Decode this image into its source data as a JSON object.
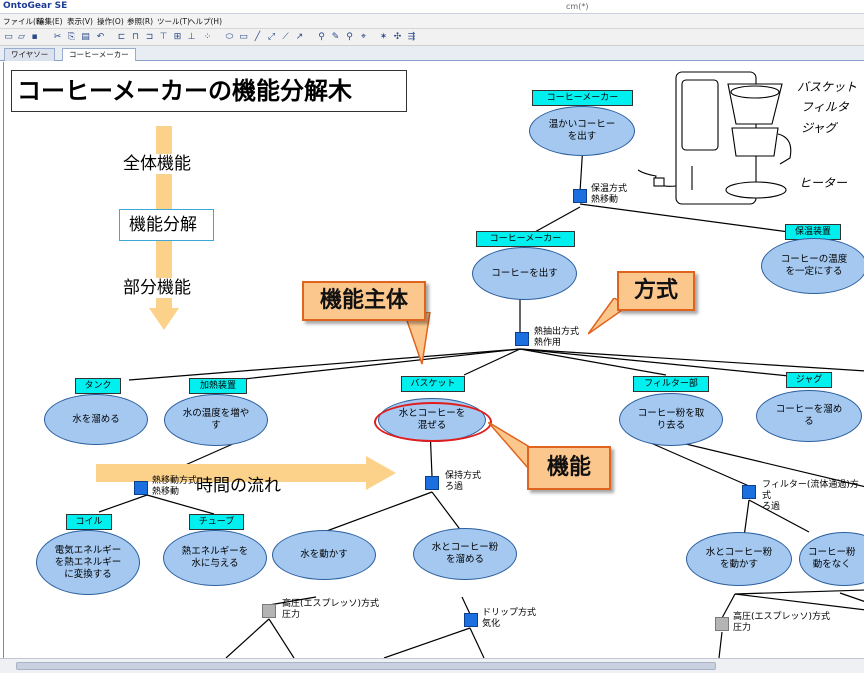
{
  "window": {
    "app_title": "OntoGear SE",
    "doc_title": "cm(*)"
  },
  "menu": [
    "ファイル(F)",
    "編集(E)",
    "表示(V)",
    "操作(O)",
    "参照(R)",
    "ツール(T)",
    "ヘルプ(H)"
  ],
  "tabs": [
    "ワイヤソー",
    "コーヒーメーカー"
  ],
  "slide": {
    "title": "コーヒーメーカーの機能分解木",
    "overall_function": "全体機能",
    "decomposition": "機能分解",
    "partial_function": "部分機能",
    "time_flow": "時間の流れ"
  },
  "image_labels": {
    "basket": "バスケット",
    "filter": "フィルタ",
    "jug": "ジャグ",
    "heater": "ヒーター"
  },
  "callouts": {
    "subject": "機能主体",
    "method": "方式",
    "function": "機能"
  },
  "tree": {
    "root": {
      "label": "コーヒーメーカー",
      "text": "温かいコーヒー\nを出す"
    },
    "way_root": "保温方式\n熱移動",
    "brew": {
      "label": "コーヒーメーカー",
      "text": "コーヒーを出す"
    },
    "keep": {
      "label": "保温装置",
      "text": "コーヒーの温度\nを一定にする"
    },
    "way_brew": "熱抽出方式\n熱作用",
    "tank": {
      "label": "タンク",
      "text": "水を溜める"
    },
    "heater": {
      "label": "加熱装置",
      "text": "水の温度を増や\nす"
    },
    "basket": {
      "label": "バスケット",
      "text": "水とコーヒーを\n混ぜる"
    },
    "filter": {
      "label": "フィルター部",
      "text": "コーヒー粉を取\nり去る"
    },
    "jug": {
      "label": "ジャグ",
      "text": "コーヒーを溜め\nる"
    },
    "way_heat": "熱移動方式\n熱移動",
    "coil": {
      "label": "コイル",
      "text": "電気エネルギー\nを熱エネルギー\nに変換する"
    },
    "tube": {
      "label": "チューブ",
      "text": "熱エネルギーを\n水に与える"
    },
    "way_basket": "保持方式\nろ過",
    "move_water": {
      "text": "水を動かす"
    },
    "hold_mix": {
      "text": "水とコーヒー粉\nを溜める"
    },
    "way_filter": "フィルター(流体通過)方式\nろ過",
    "move_mix": {
      "text": "水とコーヒー粉\nを動かす"
    },
    "remove_powder": {
      "text": "コーヒー粉\n動をなく"
    },
    "way_pressure_1": "高圧(エスプレッソ)方式\n圧力",
    "way_drip": "ドリップ方式\n気化",
    "way_pressure_2": "高圧(エスプレッソ)方式\n圧力"
  },
  "colors": {
    "node_fill": "#a4c8f0",
    "label_fill": "#00f0f0",
    "way_fill": "#1b6fdf",
    "callout_fill": "#fcc78d",
    "callout_border": "#e0641e",
    "arrow": "#fcd28a"
  }
}
